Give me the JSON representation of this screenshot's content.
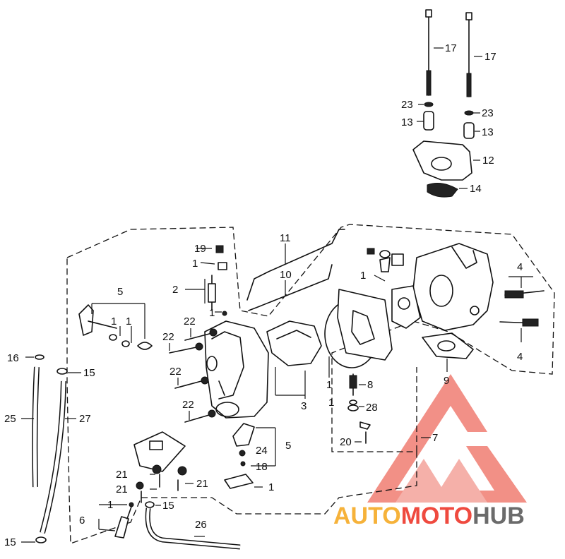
{
  "diagram": {
    "labels": {
      "p17a": "17",
      "p17b": "17",
      "p23a": "23",
      "p23b": "23",
      "p13a": "13",
      "p13b": "13",
      "p12": "12",
      "p14": "14",
      "p11": "11",
      "p10": "10",
      "p19": "19",
      "p1a": "1",
      "p2": "2",
      "p1b": "1",
      "p1c": "1",
      "p5a": "5",
      "p1d": "1",
      "p1e": "1",
      "p22a": "22",
      "p22b": "22",
      "p22c": "22",
      "p22d": "22",
      "p3": "3",
      "p1f": "1",
      "p4a": "4",
      "p4b": "4",
      "p9": "9",
      "p8": "8",
      "p1g": "1",
      "p28": "28",
      "p20": "20",
      "p7": "7",
      "p16": "16",
      "p15a": "15",
      "p25": "25",
      "p27": "27",
      "p5b": "5",
      "p24": "24",
      "p18": "18",
      "p1h": "1",
      "p21a": "21",
      "p21b": "21",
      "p21c": "21",
      "p6": "6",
      "p1i": "1",
      "p15b": "15",
      "p26": "26",
      "p15c": "15"
    }
  },
  "watermark": {
    "part1": "AUTO",
    "part2": "MOTO",
    "part3": "HUB",
    "color1": "#f6b23a",
    "color2": "#ef4a3f",
    "color3": "#6b6b6b",
    "logo_color": "#f07d72"
  }
}
